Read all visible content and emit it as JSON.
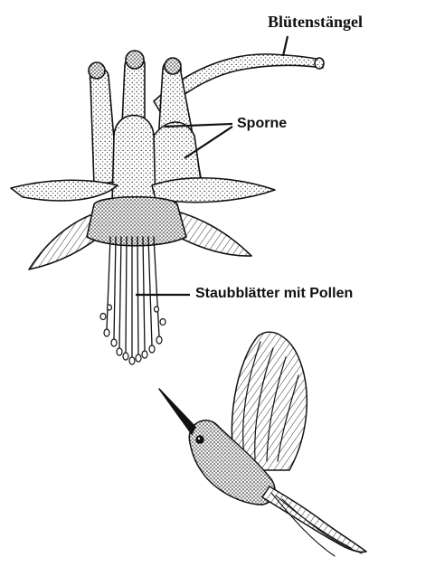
{
  "labels": {
    "stalk": "Blütenstängel",
    "spurs": "Sporne",
    "stamens": "Staubblätter mit Pollen"
  },
  "colors": {
    "ink": "#111111",
    "paper": "#ffffff",
    "shade": "#8a8a8a"
  }
}
